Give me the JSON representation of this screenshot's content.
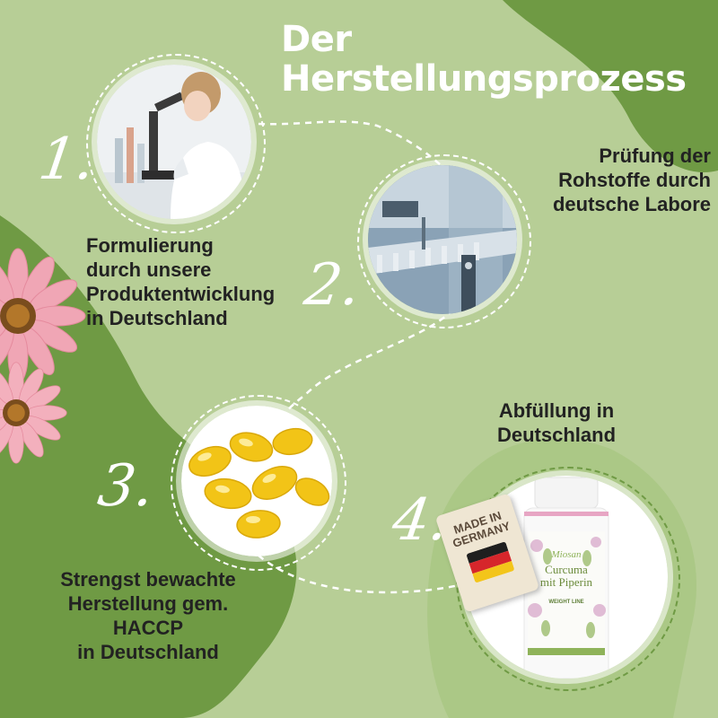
{
  "title": {
    "line1": "Der",
    "line2": "Herstellungsprozess"
  },
  "steps": [
    {
      "number": "1.",
      "caption": [
        "Formulierung",
        "durch unsere",
        "Produktentwicklung",
        "in Deutschland"
      ],
      "image": "scientist-with-microscope"
    },
    {
      "number": "2.",
      "caption": [
        "Prüfung der",
        "Rohstoffe durch",
        "deutsche Labore"
      ],
      "image": "factory-production-line"
    },
    {
      "number": "3.",
      "caption": [
        "Strengst bewachte",
        "Herstellung gem.",
        "HACCP",
        "in Deutschland"
      ],
      "image": "softgel-capsules"
    },
    {
      "number": "4.",
      "caption": [
        "Abfüllung in",
        "Deutschland"
      ],
      "image": "supplement-bottle"
    }
  ],
  "product": {
    "brand": "Miosan",
    "name_line1": "Curcuma",
    "name_line2": "mit Piperin",
    "line": "WEIGHT LINE",
    "tag_line1": "MADE IN",
    "tag_line2": "GERMANY"
  },
  "colors": {
    "background": "#b7ce96",
    "dark_green": "#6f9a44",
    "text": "#222222",
    "white": "#ffffff"
  }
}
